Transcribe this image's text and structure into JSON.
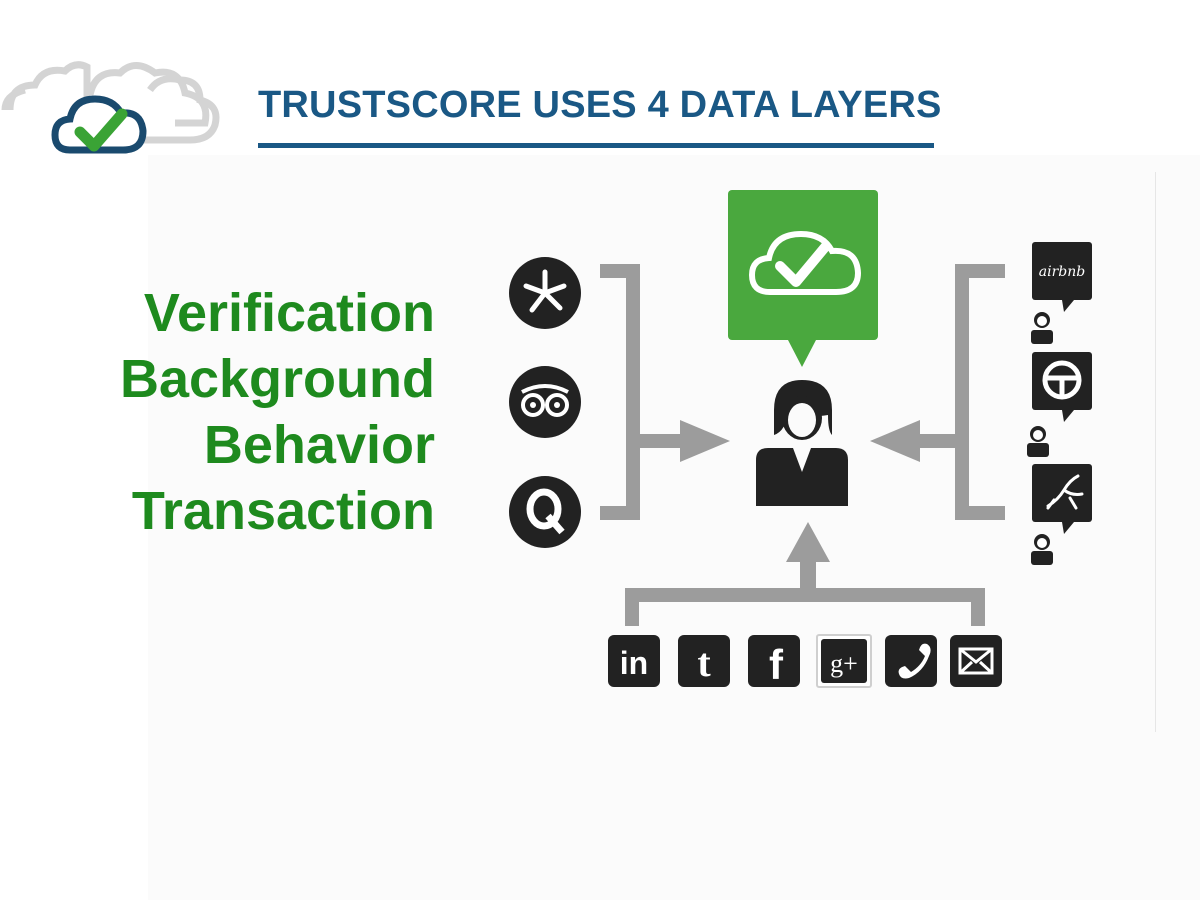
{
  "header": {
    "title": "TRUSTSCORE USES 4 DATA LAYERS",
    "accent_color": "#1a5885"
  },
  "layers": [
    "Verification",
    "Background",
    "Behavior",
    "Transaction"
  ],
  "layers_color": "#1e8a1e",
  "diagram": {
    "center_badge": "cloud-check-icon",
    "center_badge_color": "#4aa83e",
    "person": "person-icon",
    "left_sources": [
      "yelp-icon",
      "tripadvisor-icon",
      "quora-icon"
    ],
    "right_sources": [
      {
        "label": "airbnb",
        "icon": "airbnb-icon"
      },
      {
        "label": "",
        "icon": "steering-wheel-icon"
      },
      {
        "label": "",
        "icon": "rabbit-icon"
      }
    ],
    "bottom_sources": [
      "linkedin-icon",
      "twitter-icon",
      "facebook-icon",
      "google-plus-icon",
      "phone-icon",
      "email-icon"
    ]
  }
}
